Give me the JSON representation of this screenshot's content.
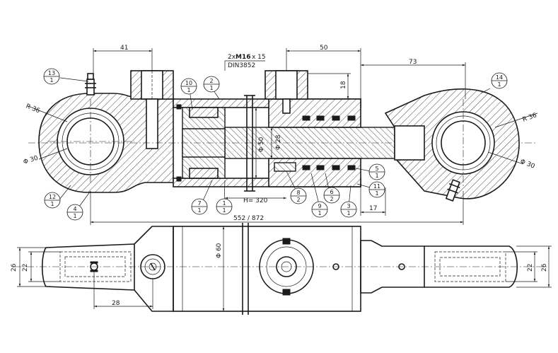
{
  "dimensions": {
    "top_left_41": "41",
    "top_right_50": "50",
    "top_right_73": "73",
    "thread_prefix": "2x",
    "thread_size": "M16",
    "thread_suffix": "x 15",
    "thread_std": "DIN3852",
    "port_height_18": "18",
    "radius_left": "R 36",
    "radius_right": "R 36",
    "dia_left_30": "Φ 30",
    "dia_right_30": "Φ 30",
    "dia_50": "Φ 50",
    "dia_28": "Φ 28",
    "stroke": "H= 320",
    "length_total": "552 / 872",
    "len_17": "17",
    "dia_60": "Φ 60",
    "width_left_26": "26",
    "width_left_22": "22",
    "width_right_22": "22",
    "width_right_26": "26",
    "bottom_28": "28"
  },
  "balloons": [
    {
      "id": "13",
      "qty": "1"
    },
    {
      "id": "10",
      "qty": "1"
    },
    {
      "id": "2",
      "qty": "1"
    },
    {
      "id": "14",
      "qty": "1"
    },
    {
      "id": "12",
      "qty": "1"
    },
    {
      "id": "4",
      "qty": "1"
    },
    {
      "id": "7",
      "qty": "1"
    },
    {
      "id": "1",
      "qty": "1"
    },
    {
      "id": "8",
      "qty": "2"
    },
    {
      "id": "9",
      "qty": "1"
    },
    {
      "id": "6",
      "qty": "2"
    },
    {
      "id": "3",
      "qty": "1"
    },
    {
      "id": "5",
      "qty": "1"
    },
    {
      "id": "11",
      "qty": "1"
    }
  ],
  "colors": {
    "ink": "#1a1a1a",
    "paper": "#ffffff"
  }
}
